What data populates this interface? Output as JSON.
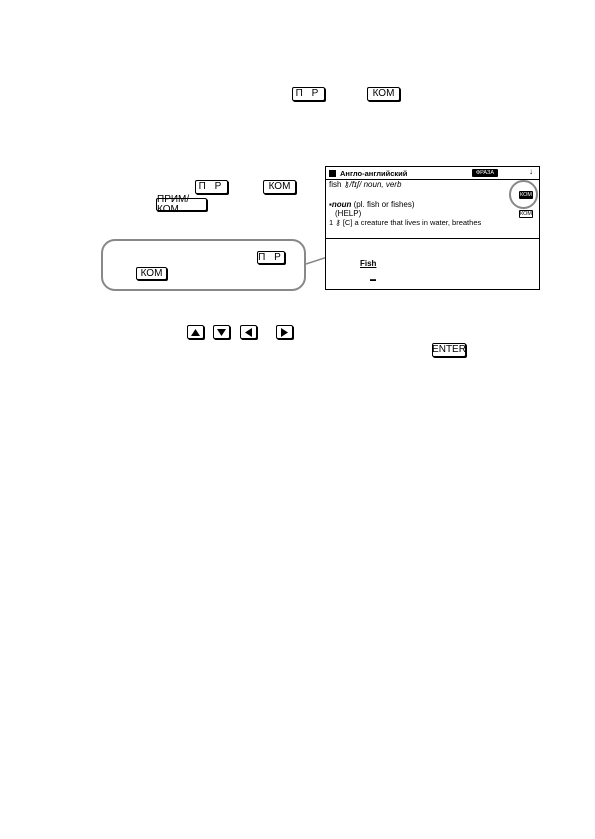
{
  "keys": {
    "pr": "П Р",
    "kom": "КОМ",
    "prim_kom": "ПРИМ/КОМ",
    "enter": "ENTER"
  },
  "arrow_icons": [
    "up-arrow-icon",
    "down-arrow-icon",
    "left-arrow-icon",
    "right-arrow-icon"
  ],
  "screen": {
    "title": "Англо-английский",
    "mode_badge": "ФРАЗА",
    "headword": "fish",
    "pronunciation": "/fɪʃ/ noun, verb",
    "kom_badge": "КОМ",
    "pos_line_pos": "noun",
    "pos_line_rest": "(pl. fish or fishes)",
    "help_line": "(HELP)",
    "def_line": "1 ⚷ [C] a creature that lives in water, breathes",
    "bottom_word": "Fish"
  },
  "colors": {
    "callout_border": "#888888"
  }
}
